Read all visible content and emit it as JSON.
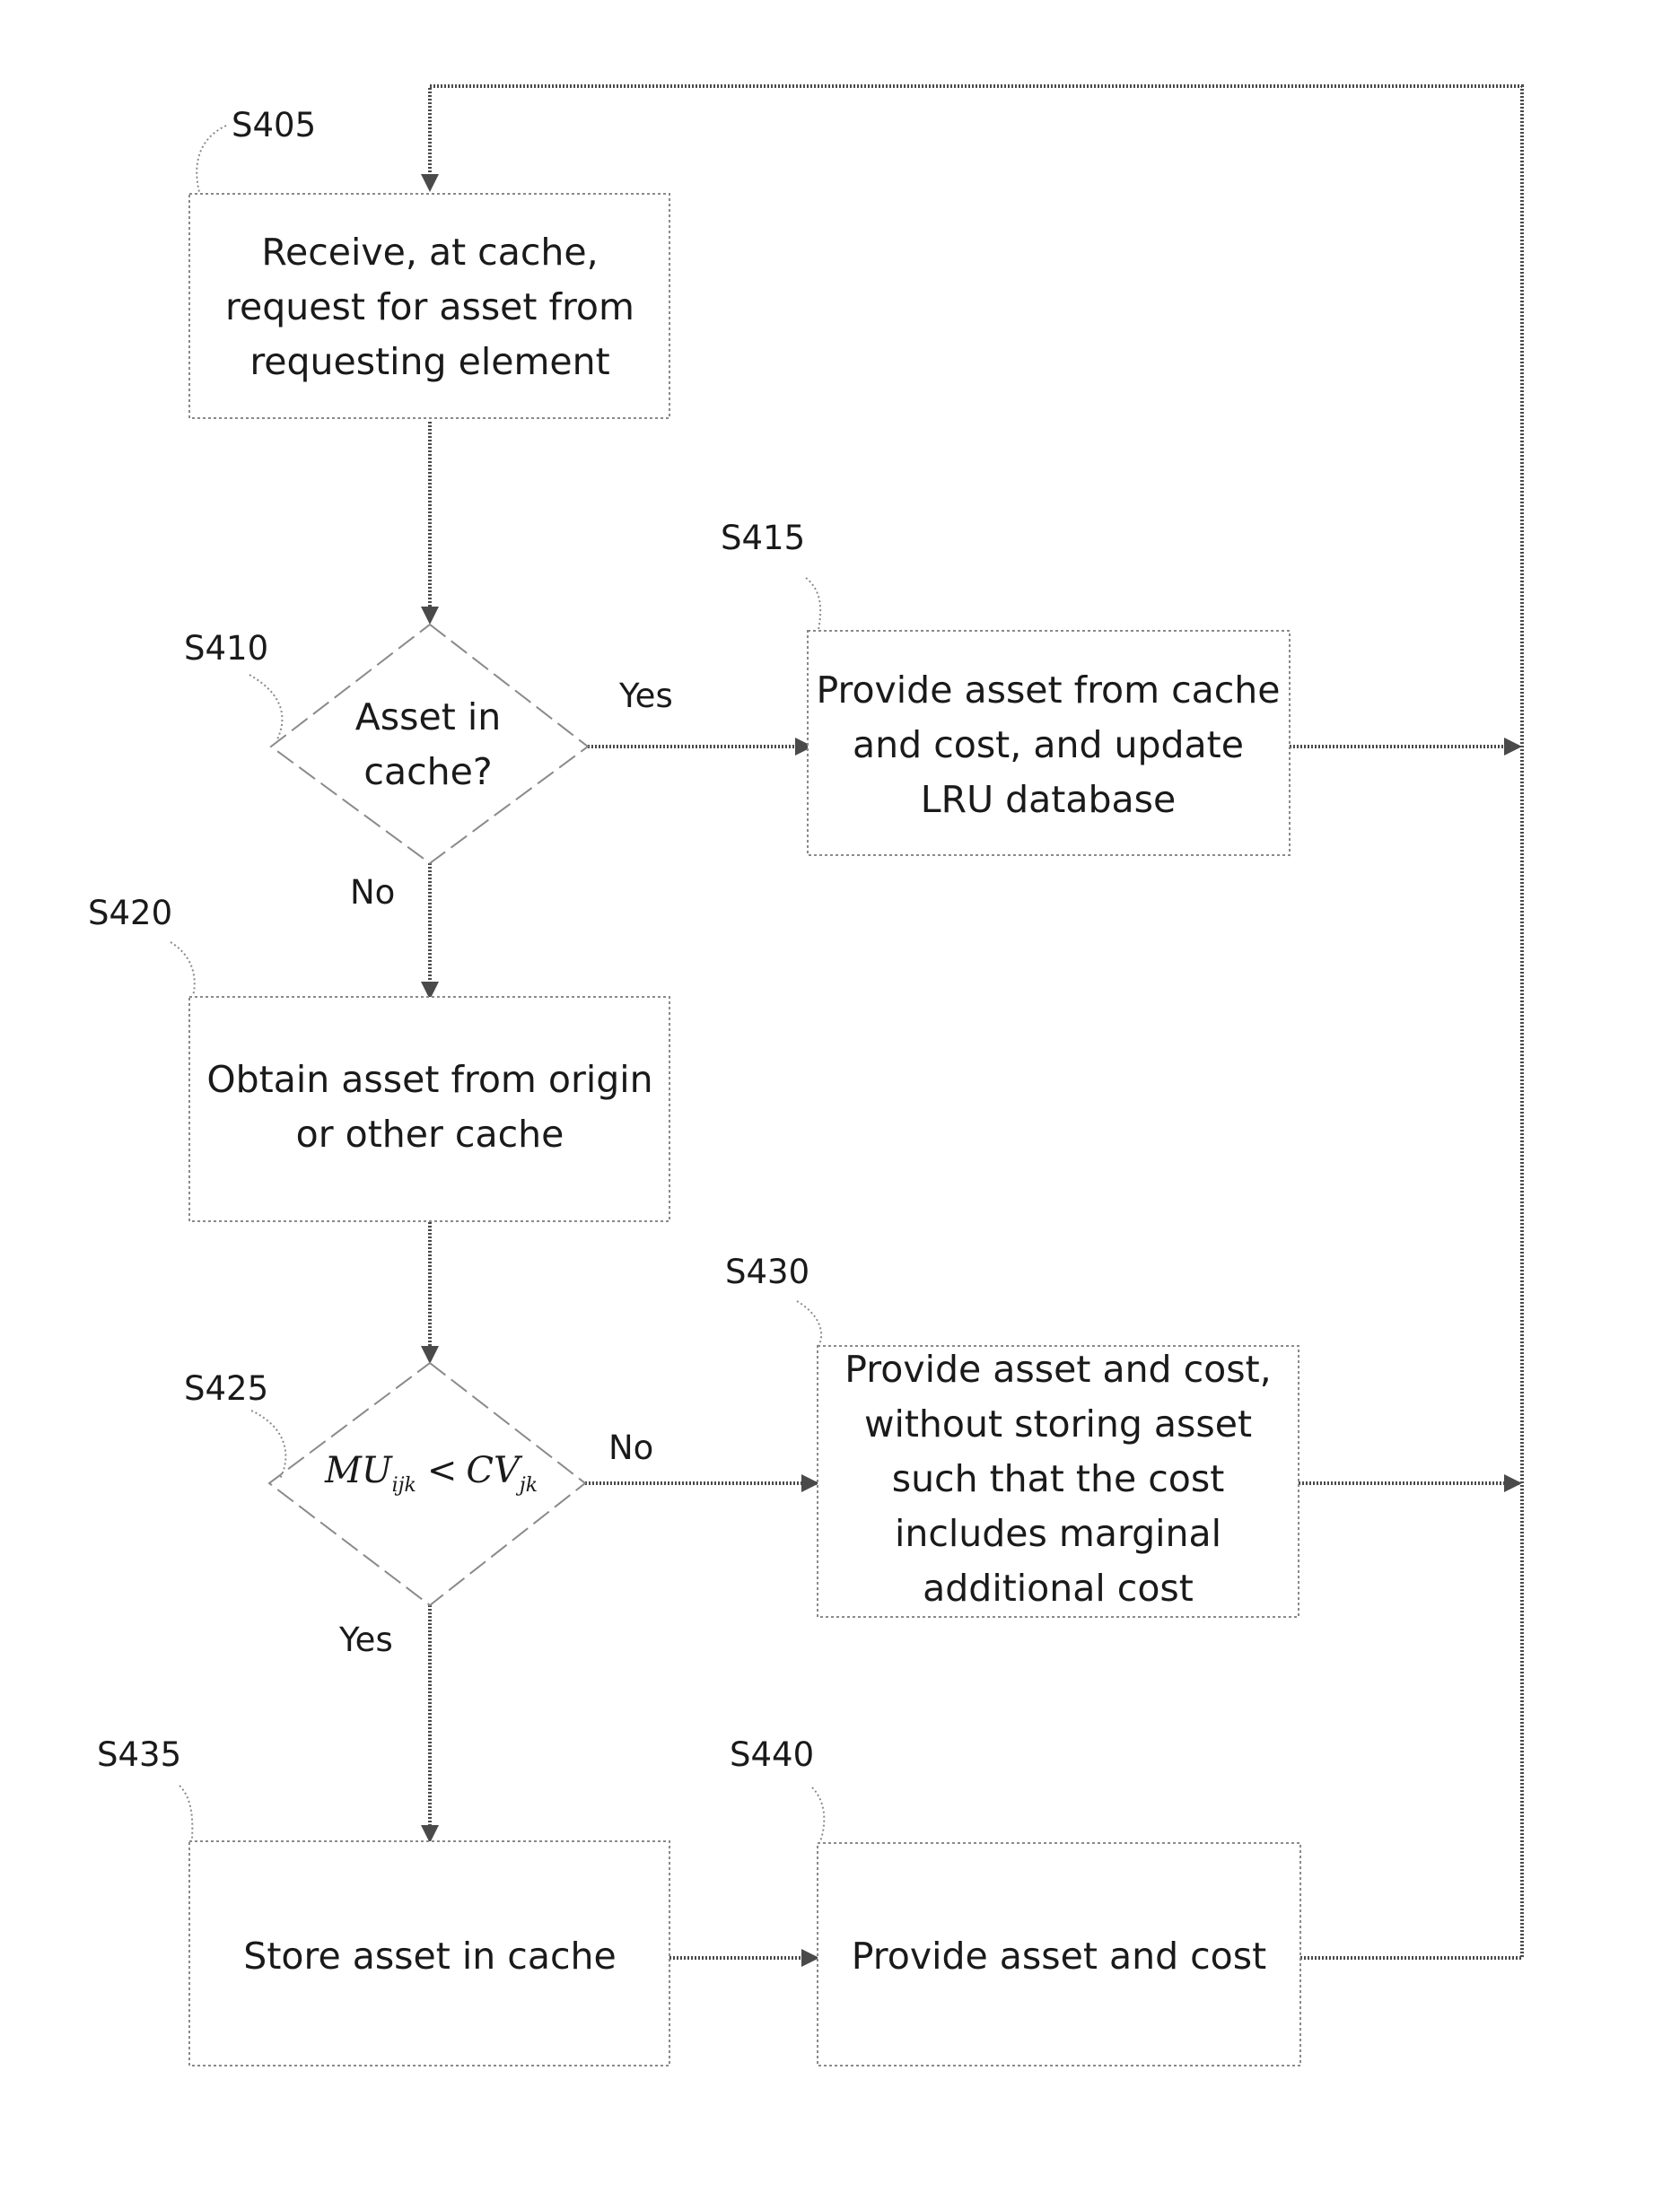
{
  "steps": {
    "s405": {
      "id": "S405",
      "lines": [
        "Receive, at cache,",
        "request for asset from",
        "requesting element"
      ]
    },
    "s410": {
      "id": "S410",
      "lines": [
        "Asset in",
        "cache?"
      ]
    },
    "s415": {
      "id": "S415",
      "lines": [
        "Provide asset from cache",
        "and cost, and update",
        "LRU database"
      ]
    },
    "s420": {
      "id": "S420",
      "lines": [
        "Obtain asset from origin",
        "or other cache"
      ]
    },
    "s425": {
      "id": "S425",
      "condition": {
        "lhs": "MU",
        "lhs_sub": "ijk",
        "op": "<",
        "rhs": "CV",
        "rhs_sub": "jk"
      }
    },
    "s430": {
      "id": "S430",
      "lines": [
        "Provide asset and cost,",
        "without storing asset",
        "such that the cost",
        "includes marginal",
        "additional cost"
      ]
    },
    "s435": {
      "id": "S435",
      "lines": [
        "Store asset in cache"
      ]
    },
    "s440": {
      "id": "S440",
      "lines": [
        "Provide asset and cost"
      ]
    }
  },
  "branches": {
    "s410_yes": "Yes",
    "s410_no": "No",
    "s425_no": "No",
    "s425_yes": "Yes"
  }
}
